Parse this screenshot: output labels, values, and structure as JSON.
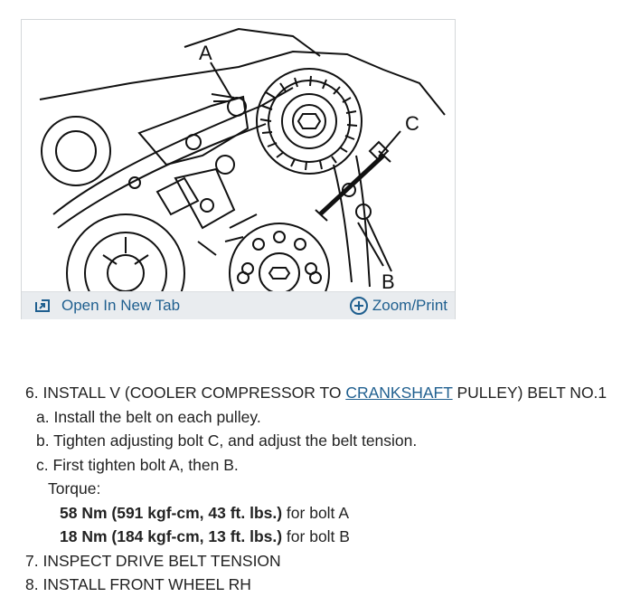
{
  "figure": {
    "labels": {
      "a": "A",
      "b": "B",
      "c": "C"
    },
    "toolbar": {
      "open_label": "Open In New Tab",
      "zoom_label": "Zoom/Print"
    },
    "colors": {
      "toolbar_bg": "#e9ecef",
      "link": "#1f5f8f"
    }
  },
  "steps": {
    "step6": {
      "prefix": "6. INSTALL V (COOLER COMPRESSOR TO ",
      "link": "CRANKSHAFT",
      "suffix": " PULLEY) BELT NO.1"
    },
    "sub_a": "a. Install the belt on each pulley.",
    "sub_b": "b. Tighten adjusting bolt C, and adjust the belt tension.",
    "sub_c": "c. First tighten bolt A, then B.",
    "torque_label": "Torque:",
    "torque_a": {
      "value": "58 Nm (591 kgf-cm, 43 ft. lbs.)",
      "target": " for bolt A"
    },
    "torque_b": {
      "value": "18 Nm (184 kgf-cm, 13 ft. lbs.)",
      "target": " for bolt B"
    },
    "step7": "7. INSPECT DRIVE BELT TENSION",
    "step8": "8. INSTALL FRONT WHEEL RH"
  }
}
